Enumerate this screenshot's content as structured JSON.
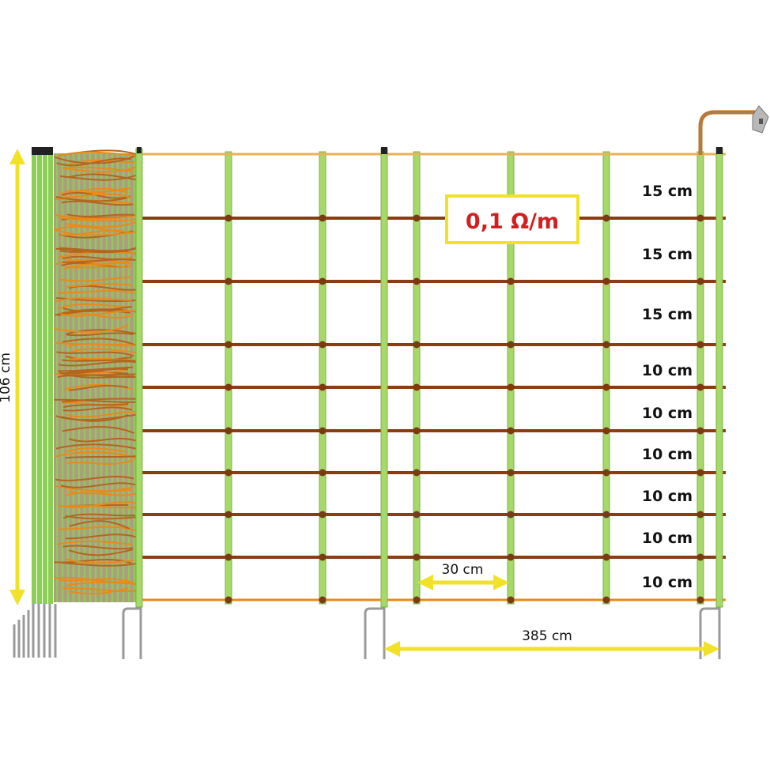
{
  "spec": {
    "resistance": "0,1 Ω/m",
    "height": "106 cm",
    "post_distance": "385 cm",
    "vertical_strut_distance": "30 cm"
  },
  "wire_spacings": [
    "15 cm",
    "15 cm",
    "15 cm",
    "10 cm",
    "10 cm",
    "10 cm",
    "10 cm",
    "10 cm",
    "10 cm"
  ],
  "colors": {
    "strut": "#a6d96a",
    "strut_edge": "#7cb342",
    "wire": "#8a3d12",
    "top_wire": "#e8b15a",
    "bottom_wire": "#e88a1a",
    "dimension_arrow": "#f2e227",
    "resistance_text": "#d21f1f",
    "metal": "#9a9a9a"
  }
}
